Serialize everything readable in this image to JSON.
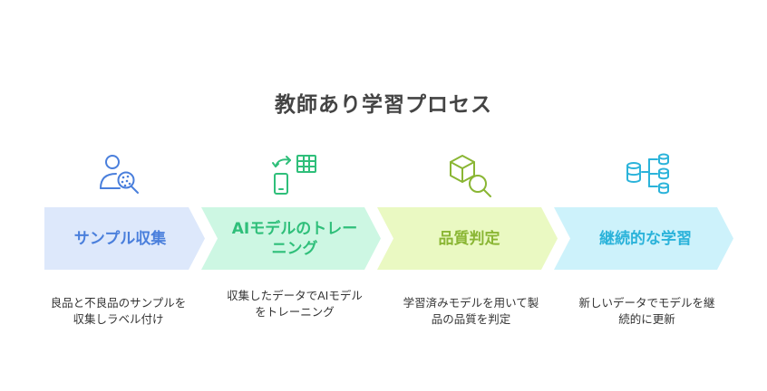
{
  "title": "教師あり学習プロセス",
  "steps": [
    {
      "label": "サンプル収集",
      "description": "良品と不良品のサンプルを収集しラベル付け",
      "icon": "person-search-icon",
      "fill": "#dde8fb",
      "text_color": "#4a7fdc",
      "icon_color": "#4a7fdc"
    },
    {
      "label": "AIモデルのトレーニング",
      "description": "収集したデータでAIモデルをトレーニング",
      "icon": "device-sync-table-icon",
      "fill": "#cdf7e3",
      "text_color": "#2fbf7a",
      "icon_color": "#2fbf7a"
    },
    {
      "label": "品質判定",
      "description": "学習済みモデルを用いて製品の品質を判定",
      "icon": "cube-search-icon",
      "fill": "#eaf9c2",
      "text_color": "#8ab634",
      "icon_color": "#8ab634"
    },
    {
      "label": "継続的な学習",
      "description": "新しいデータでモデルを継続的に更新",
      "icon": "database-network-icon",
      "fill": "#cdf2fb",
      "text_color": "#2bb3da",
      "icon_color": "#2bb3da"
    }
  ]
}
